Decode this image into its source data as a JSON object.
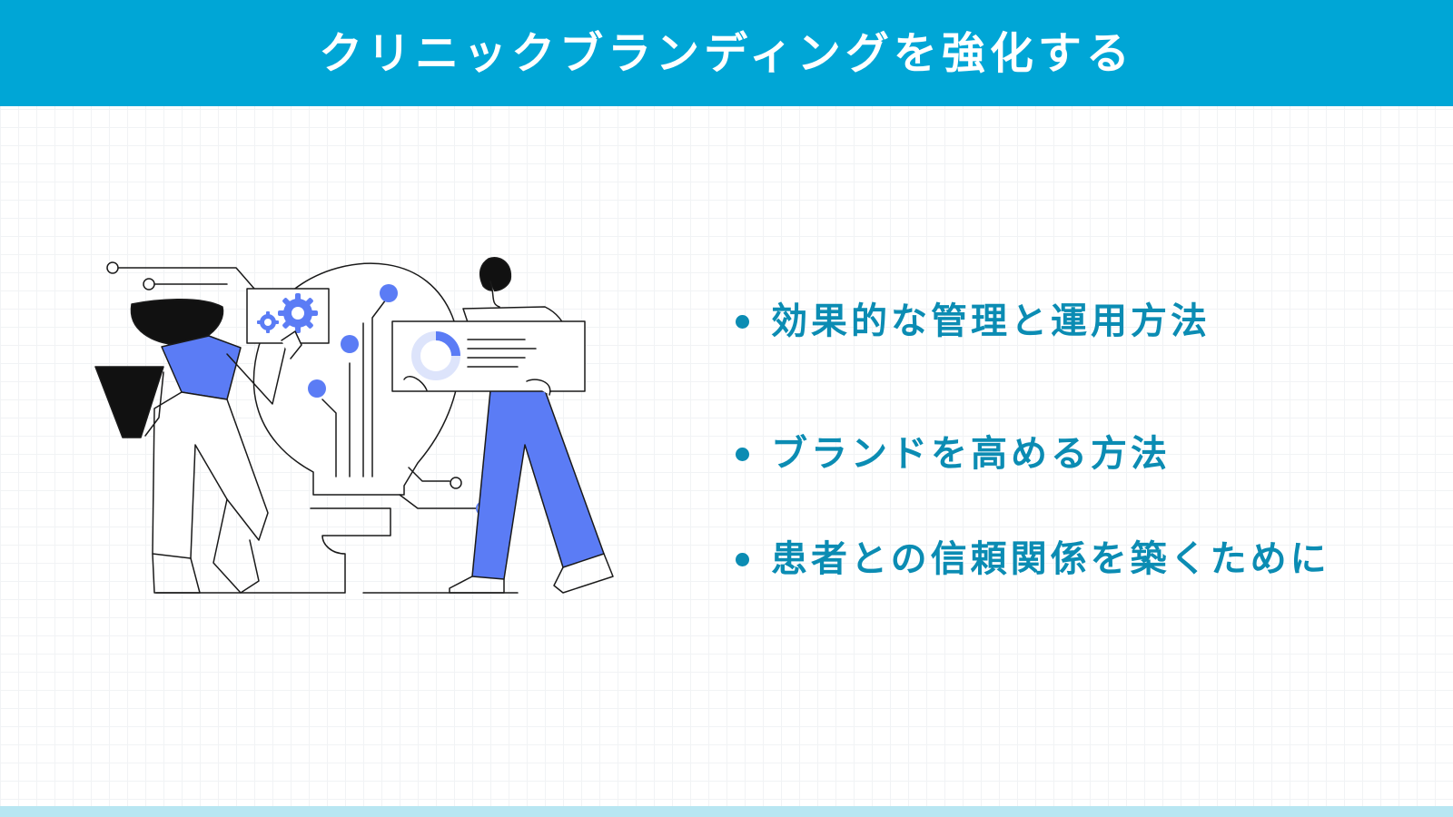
{
  "header": {
    "title": "クリニックブランディングを強化する",
    "background_color": "#00a6d6",
    "text_color": "#ffffff"
  },
  "illustration": {
    "description_icon": "lightbulb-teamwork-illustration",
    "accent_color": "#5b7cf5"
  },
  "bullets": [
    {
      "text": "効果的な管理と運用方法"
    },
    {
      "text": "ブランドを高める方法"
    },
    {
      "text": "患者との信頼関係を築くために"
    }
  ],
  "bullet_color": "#0b8cb3",
  "footer": {
    "bar_color": "#b8e6f2"
  }
}
